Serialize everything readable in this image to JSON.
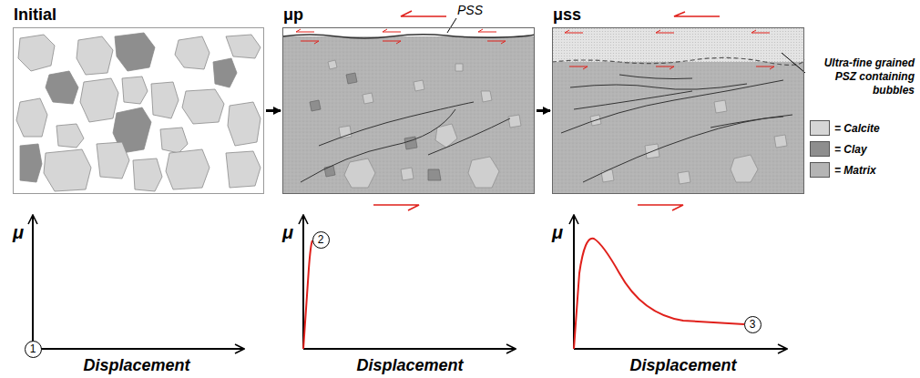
{
  "diagram": {
    "nodes": [
      {
        "text": [
          "Initial"
        ]
      },
      {
        "text": [
          "μp"
        ]
      },
      {
        "text": [
          "μss"
        ]
      },
      {
        "text": [
          "1"
        ]
      },
      {
        "text": [
          "2"
        ]
      },
      {
        "text": [
          "3"
        ]
      }
    ],
    "edges": [
      {
        "from": 0,
        "to": 1,
        "arrow": "to"
      },
      {
        "from": 1,
        "to": 2,
        "arrow": "to"
      }
    ],
    "labels": [
      "PSS",
      "Ultra-fine grained PSZ containing bubbles",
      "μ",
      "Displacement",
      "μ",
      "Displacement",
      "μ",
      "Displacement"
    ],
    "legend": [
      {
        "text": "= Calcite",
        "color": "#d6d6d6"
      },
      {
        "text": "= Clay",
        "color": "#8e8e8e"
      },
      {
        "text": "= Matrix",
        "color": "#b4b4b4"
      }
    ]
  }
}
